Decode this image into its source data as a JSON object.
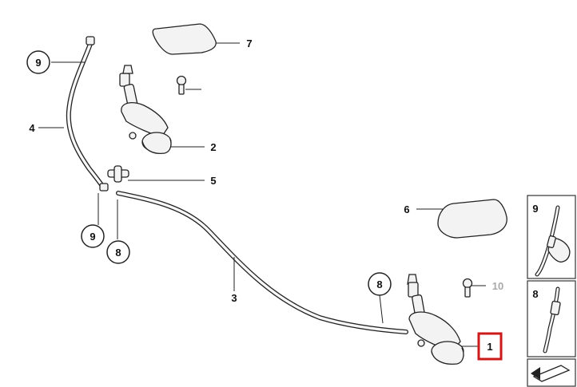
{
  "callouts": [
    {
      "id": "c9-top",
      "number": "9"
    },
    {
      "id": "c4",
      "number": "4"
    },
    {
      "id": "c7",
      "number": "7"
    },
    {
      "id": "c2",
      "number": "2"
    },
    {
      "id": "c5",
      "number": "5"
    },
    {
      "id": "c9-mid",
      "number": "9"
    },
    {
      "id": "c8-mid",
      "number": "8"
    },
    {
      "id": "c3",
      "number": "3"
    },
    {
      "id": "c6",
      "number": "6"
    },
    {
      "id": "c8-low",
      "number": "8"
    },
    {
      "id": "c10",
      "number": "10"
    },
    {
      "id": "c1",
      "number": "1"
    }
  ],
  "side_panels": [
    {
      "number": "9",
      "icon": "hose-clip-icon"
    },
    {
      "number": "8",
      "icon": "hose-connector-icon"
    }
  ],
  "highlighted_part": "1",
  "colors": {
    "highlight": "#cc1a1a",
    "grey_label": "#a9a9a9",
    "line": "#222222"
  }
}
